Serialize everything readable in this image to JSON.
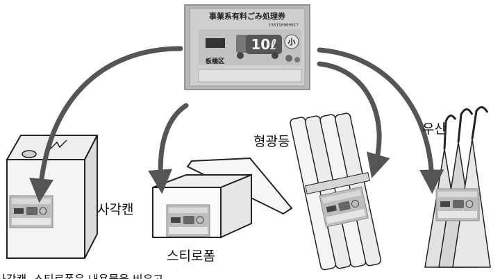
{
  "ticket": {
    "title": "事業系有料ごみ処理券",
    "number": "150150000017",
    "volume": "10ℓ",
    "size": "小",
    "ward": "板橋区"
  },
  "items": {
    "can": "사각캔",
    "styrofoam": "스티로폼",
    "fluorescent": "형광등",
    "umbrella": "우산"
  },
  "caption": "사각캔, 스티로폼은 내용물을 비우고"
}
